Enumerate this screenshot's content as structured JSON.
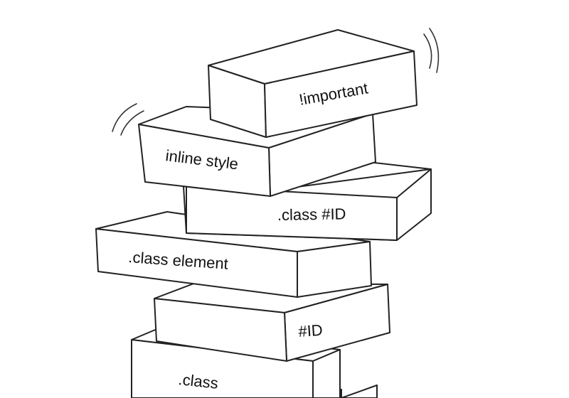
{
  "title": "",
  "blocks": [
    {
      "label": "!important"
    },
    {
      "label": "inline style"
    },
    {
      "label": ".class #ID"
    },
    {
      "label": ".class element"
    },
    {
      "label": "#ID"
    },
    {
      "label": ".class"
    }
  ]
}
